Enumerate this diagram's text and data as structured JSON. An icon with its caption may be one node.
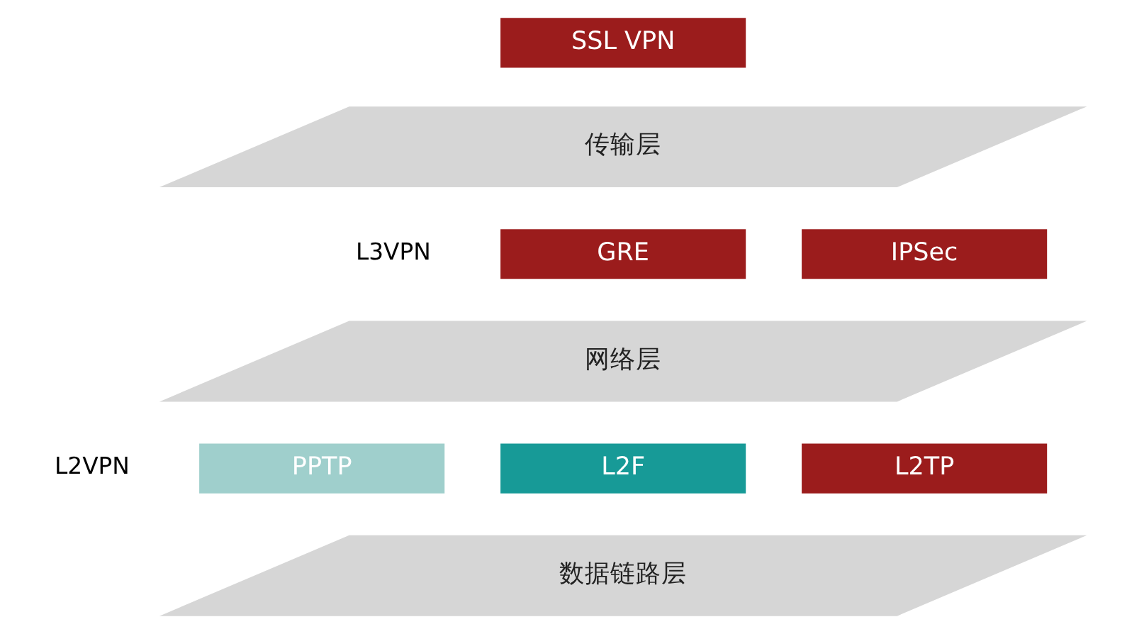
{
  "diagram": {
    "nodes": [
      {
        "text": [
          "SSL VPN"
        ]
      },
      {
        "text": [
          "传输层"
        ]
      },
      {
        "text": [
          "GRE"
        ]
      },
      {
        "text": [
          "IPSec"
        ]
      },
      {
        "text": [
          "网络层"
        ]
      },
      {
        "text": [
          "PPTP"
        ]
      },
      {
        "text": [
          "L2F"
        ]
      },
      {
        "text": [
          "L2TP"
        ]
      },
      {
        "text": [
          "数据链路层"
        ]
      }
    ],
    "labels": [
      "L3VPN",
      "L2VPN"
    ]
  }
}
